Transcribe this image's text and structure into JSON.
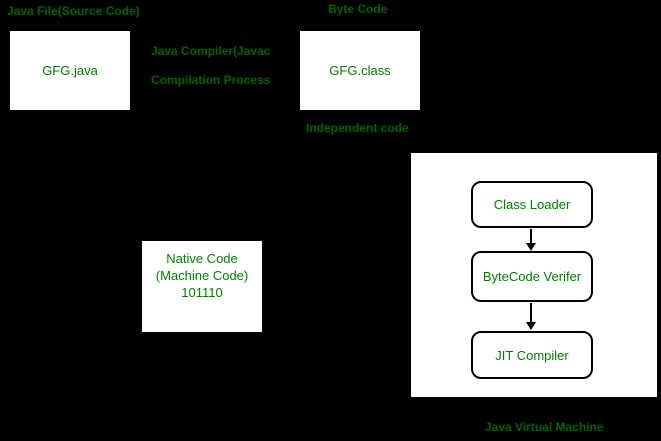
{
  "labels": {
    "source_file": "Java File(Source Code)",
    "compiler_line1": "Java Compiler(Javac",
    "compiler_line2": "Compilation Process",
    "byte_code": "Byte Code",
    "independent_code": "Independent code",
    "jvm": "Java Virtual Machine"
  },
  "nodes": {
    "source_box": "GFG.java",
    "bytecode_box": "GFG.class",
    "native_box": {
      "line1": "Native Code",
      "line2": "(Machine Code)",
      "line3": "101110"
    },
    "jvm_steps": [
      "Class Loader",
      "ByteCode Verifer",
      "JIT Compiler"
    ]
  },
  "colors": {
    "background": "#000000",
    "label_text": "#006400",
    "node_text": "#008000",
    "node_fill": "#ffffff",
    "arrow": "#000000"
  }
}
